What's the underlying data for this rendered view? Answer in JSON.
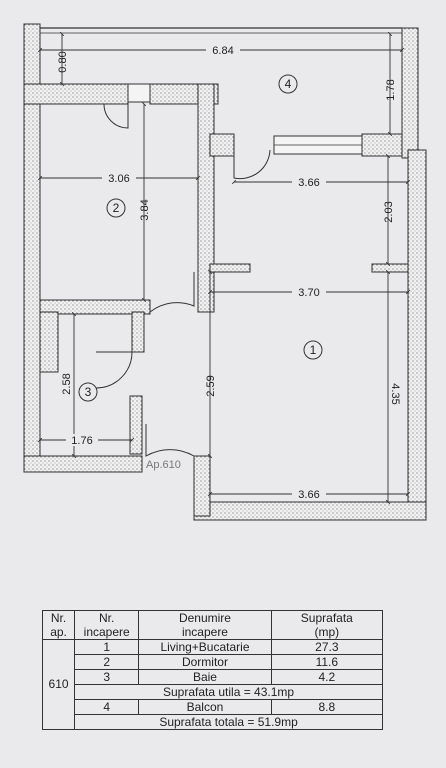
{
  "plan": {
    "apartment_label": "Ap.610",
    "dimensions": {
      "top_width": "6.84",
      "top_left_small": "0.80",
      "balcony_depth": "1.78",
      "bedroom_width": "3.06",
      "bedroom_height": "3.84",
      "living_top_width": "3.66",
      "living_right_top": "2.03",
      "living_mid_width": "3.70",
      "living_height": "4.35",
      "living_left_height": "2.59",
      "living_bottom_width": "3.66",
      "bath_height": "2.58",
      "bath_width": "1.76"
    },
    "room_numbers": {
      "living": "1",
      "bedroom": "2",
      "bath": "3",
      "balcony": "4"
    }
  },
  "table": {
    "headers": {
      "nr_ap_line1": "Nr.",
      "nr_ap_line2": "ap.",
      "nr_room_line1": "Nr.",
      "nr_room_line2": "incapere",
      "name_line1": "Denumire",
      "name_line2": "incapere",
      "area_line1": "Suprafata",
      "area_line2": "(mp)"
    },
    "apartment": "610",
    "rooms": [
      {
        "nr": "1",
        "name": "Living+Bucatarie",
        "area": "27.3"
      },
      {
        "nr": "2",
        "name": "Dormitor",
        "area": "11.6"
      },
      {
        "nr": "3",
        "name": "Baie",
        "area": "4.2"
      }
    ],
    "useful_area": "Suprafata utila = 43.1mp",
    "balcony": {
      "nr": "4",
      "name": "Balcon",
      "area": "8.8"
    },
    "total_area": "Suprafata totala = 51.9mp"
  }
}
